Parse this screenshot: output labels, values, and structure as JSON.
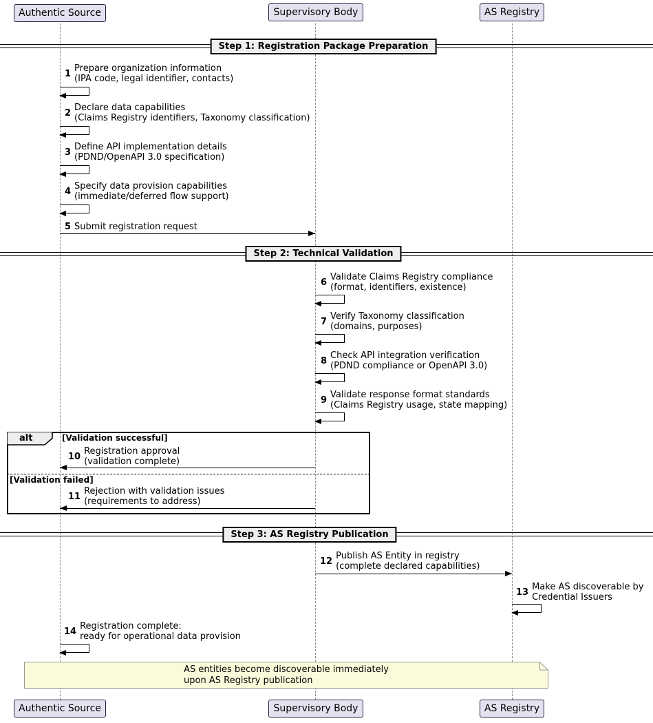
{
  "participants": [
    {
      "label": "Authentic Source"
    },
    {
      "label": "Supervisory Body"
    },
    {
      "label": "AS Registry"
    }
  ],
  "dividers": [
    {
      "label": "Step 1: Registration Package Preparation"
    },
    {
      "label": "Step 2: Technical Validation"
    },
    {
      "label": "Step 3: AS Registry Publication"
    }
  ],
  "messages": [
    {
      "num": "1",
      "line1": "Prepare organization information",
      "line2": "(IPA code, legal identifier, contacts)"
    },
    {
      "num": "2",
      "line1": "Declare data capabilities",
      "line2": "(Claims Registry identifiers, Taxonomy classification)"
    },
    {
      "num": "3",
      "line1": "Define API implementation details",
      "line2": "(PDND/OpenAPI 3.0 specification)"
    },
    {
      "num": "4",
      "line1": "Specify data provision capabilities",
      "line2": "(immediate/deferred flow support)"
    },
    {
      "num": "5",
      "line1": "Submit registration request",
      "line2": ""
    },
    {
      "num": "6",
      "line1": "Validate Claims Registry compliance",
      "line2": "(format, identifiers, existence)"
    },
    {
      "num": "7",
      "line1": "Verify Taxonomy classification",
      "line2": "(domains, purposes)"
    },
    {
      "num": "8",
      "line1": "Check API integration verification",
      "line2": "(PDND compliance or OpenAPI 3.0)"
    },
    {
      "num": "9",
      "line1": "Validate response format standards",
      "line2": "(Claims Registry usage, state mapping)"
    },
    {
      "num": "10",
      "line1": "Registration approval",
      "line2": "(validation complete)"
    },
    {
      "num": "11",
      "line1": "Rejection with validation issues",
      "line2": "(requirements to address)"
    },
    {
      "num": "12",
      "line1": "Publish AS Entity in registry",
      "line2": "(complete declared capabilities)"
    },
    {
      "num": "13",
      "line1": "Make AS discoverable by",
      "line2": "Credential Issuers"
    },
    {
      "num": "14",
      "line1": "Registration complete:",
      "line2": "ready for operational data provision"
    }
  ],
  "alt": {
    "label": "alt",
    "guard_success": "[Validation successful]",
    "guard_failed": "[Validation failed]"
  },
  "note": {
    "line1": "AS entities become discoverable immediately",
    "line2": "upon AS Registry publication"
  },
  "colors": {
    "participant_fill": "#E2E2F0",
    "participant_border": "#23233F",
    "divider_fill": "#EEEEEE",
    "note_fill": "#FBFBDC",
    "note_border": "#999999",
    "line_color": "#000000"
  }
}
